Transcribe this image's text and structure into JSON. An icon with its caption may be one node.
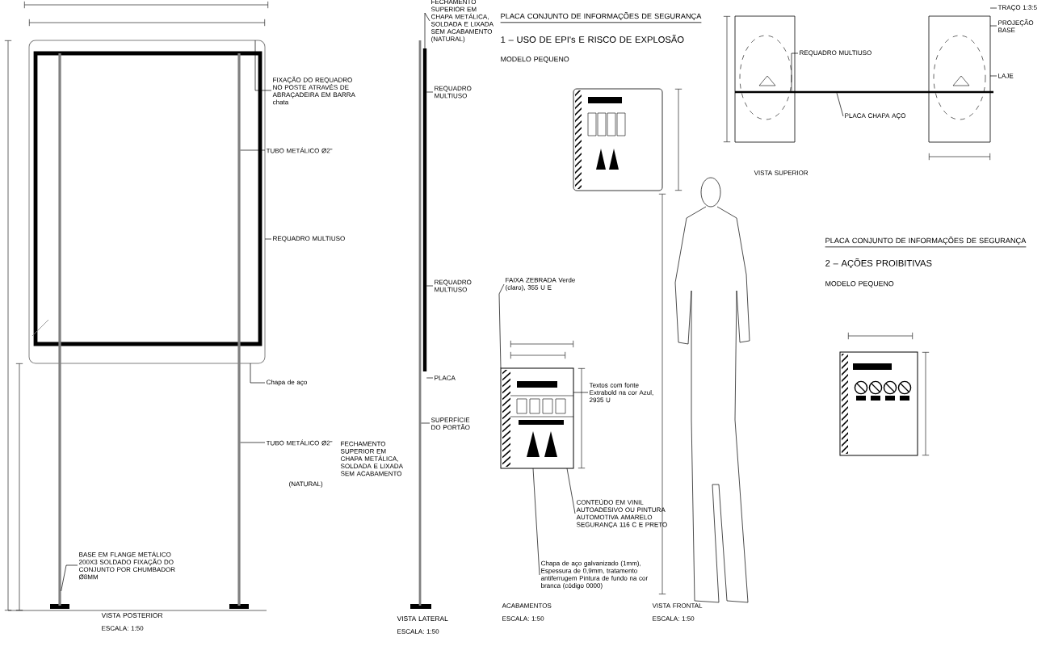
{
  "diagram": {
    "nodes": [
      {
        "text": [
          "FIXAÇÃO DO REQUADRO NO POSTE ATRAVÉS DE ABRAÇADEIRA EM BARRA chata"
        ]
      },
      {
        "text": [
          "TUBO METÁLICO Ø2\""
        ]
      },
      {
        "text": [
          "REQUADRO MULTIUSO"
        ]
      },
      {
        "text": [
          "Chapa de aço"
        ]
      },
      {
        "text": [
          "TUBO METÁLICO Ø2\""
        ]
      },
      {
        "text": [
          "BASE EM FLANGE METÁLICO 200X3 SOLDADO FIXAÇÃO DO CONJUNTO POR CHUMBADOR Ø8MM"
        ]
      },
      {
        "text": [
          "FECHAMENTO SUPERIOR EM CHAPA METÁLICA, SOLDADA E LIXADA SEM ACABAMENTO (NATURAL)"
        ]
      },
      {
        "text": [
          "REQUADRO MULTIUSO"
        ]
      },
      {
        "text": [
          "REQUADRO MULTIUSO"
        ]
      },
      {
        "text": [
          "PLACA"
        ]
      },
      {
        "text": [
          "SUPERFÍCIE DO PORTÃO"
        ]
      },
      {
        "text": [
          "FAIXA ZEBRADA Verde (claro), 355 U E"
        ]
      },
      {
        "text": [
          "Textos com fonte Extrabold na cor Azul, 2935 U"
        ]
      },
      {
        "text": [
          "CONTEÚDO EM VINIL AUTOADESIVO OU PINTURA AUTOMOTIVA AMARELO SEGURANÇA 116 C E PRETO"
        ]
      },
      {
        "text": [
          "Chapa de aço galvanizado (1mm), Espessura de 0,9mm, tratamento antiferrugem Pintura de fundo na cor branca (código 0000)"
        ]
      },
      {
        "text": [
          "REQUADRO MULTIUSO"
        ]
      },
      {
        "text": [
          "PLACA CHAPA AÇO"
        ]
      },
      {
        "text": [
          "TRAÇO 1:3:5"
        ]
      },
      {
        "text": [
          "PROJEÇÃO BASE"
        ]
      },
      {
        "text": [
          "LAJE"
        ]
      },
      {
        "text": [],
        "shape": "box"
      },
      {
        "text": [],
        "shape": "bar"
      },
      {
        "text": [],
        "shape": "bar"
      },
      {
        "text": [],
        "shape": "bar"
      },
      {
        "text": [],
        "shape": "bar"
      },
      {
        "text": [],
        "shape": "box"
      },
      {
        "text": [],
        "shape": "bar"
      },
      {
        "text": [],
        "shape": "box"
      }
    ],
    "edges": [
      {
        "from": 0,
        "to": 20,
        "arrow": "none"
      },
      {
        "from": 1,
        "to": 22,
        "arrow": "none"
      },
      {
        "from": 2,
        "to": 20,
        "arrow": "none"
      },
      {
        "from": 3,
        "to": 20,
        "arrow": "none"
      },
      {
        "from": 4,
        "to": 22,
        "arrow": "none"
      },
      {
        "from": 5,
        "to": 21,
        "arrow": "none"
      },
      {
        "from": 6,
        "to": 24,
        "arrow": "none"
      },
      {
        "from": 7,
        "to": 24,
        "arrow": "none"
      },
      {
        "from": 8,
        "to": 24,
        "arrow": "none"
      },
      {
        "from": 9,
        "to": 24,
        "arrow": "none"
      },
      {
        "from": 10,
        "to": 23,
        "arrow": "none"
      },
      {
        "from": 11,
        "to": 25,
        "arrow": "none"
      },
      {
        "from": 12,
        "to": 25,
        "arrow": "none"
      },
      {
        "from": 13,
        "to": 25,
        "arrow": "none"
      },
      {
        "from": 14,
        "to": 25,
        "arrow": "none"
      },
      {
        "from": 15,
        "to": 26,
        "arrow": "none"
      },
      {
        "from": 16,
        "to": 26,
        "arrow": "none"
      },
      {
        "from": 17,
        "to": 27,
        "arrow": "none"
      },
      {
        "from": 18,
        "to": 27,
        "arrow": "none"
      },
      {
        "from": 19,
        "to": 27,
        "arrow": "none"
      }
    ],
    "labels": [
      "FECHAMENTO SUPERIOR EM CHAPA METÁLICA, SOLDADA E LIXADA SEM ACABAMENTO",
      "(NATURAL)",
      "VISTA POSTERIOR",
      "ESCALA: 1:50",
      "VISTA LATERAL",
      "ESCALA: 1:50",
      "PLACA CONJUNTO DE INFORMAÇÕES DE SEGURANÇA",
      "1 – USO DE EPI's E RISCO DE EXPLOSÃO",
      "MODELO PEQUENO",
      "ACABAMENTOS",
      "ESCALA: 1:50",
      "VISTA FRONTAL",
      "ESCALA: 1:50",
      "VISTA SUPERIOR",
      "PLACA CONJUNTO DE INFORMAÇÕES DE SEGURANÇA",
      "2 – AÇÕES PROIBITIVAS",
      "MODELO PEQUENO"
    ]
  }
}
